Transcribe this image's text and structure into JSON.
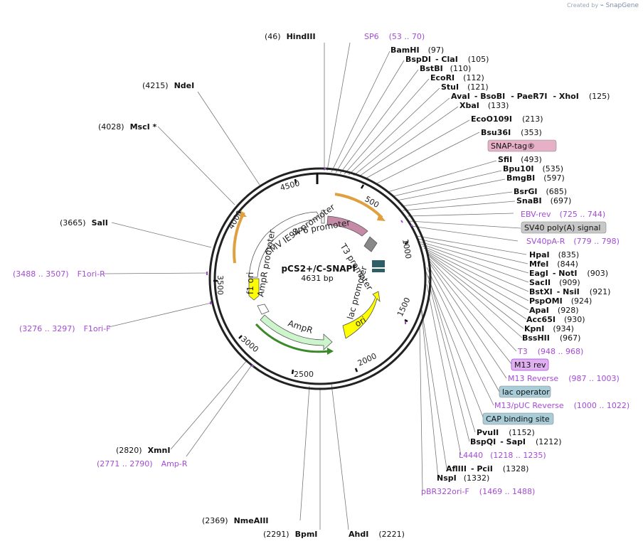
{
  "credit": {
    "prefix": "Created by",
    "brand": "SnapGene"
  },
  "plasmid": {
    "name": "pCS2+/C-SNAPf",
    "size": "4631 bp"
  },
  "ticks": [
    "500",
    "1000",
    "1500",
    "2000",
    "2500",
    "3000",
    "3500",
    "4000",
    "4500"
  ],
  "features": {
    "snap_arrow": "",
    "sp6_promoter": "SP6 promoter",
    "cmv_promoter": "CMV IE94 promoter",
    "t3_promoter": "T3 promoter",
    "lac_promoter": "lac promoter",
    "ampr_promoter": "AmpR promoter",
    "ampr": "AmpR",
    "ori": "ori",
    "f1ori": "f1 ori"
  },
  "sites": {
    "hindiii": {
      "pos": "(46)",
      "name": "HindIII"
    },
    "sp6": {
      "name": "SP6",
      "range": "(53 .. 70)"
    },
    "bamhi": {
      "name": "BamHI",
      "pos": "(97)"
    },
    "bspdi": {
      "name": "BspDI",
      "name2": "- ClaI",
      "pos": "(105)"
    },
    "bstbi": {
      "name": "BstBI",
      "pos": "(110)"
    },
    "ecori": {
      "name": "EcoRI",
      "pos": "(112)"
    },
    "stui": {
      "name": "StuI",
      "pos": "(121)"
    },
    "avai": {
      "name": "AvaI",
      "name2": "- BsoBI",
      "name3": "- PaeR7I",
      "name4": "- XhoI",
      "pos": "(125)"
    },
    "xbai": {
      "name": "XbaI",
      "pos": "(133)"
    },
    "eco0109i": {
      "name": "EcoO109I",
      "pos": "(213)"
    },
    "bsu36i": {
      "name": "Bsu36I",
      "pos": "(353)"
    },
    "snaptag": {
      "name": "SNAP-tag®"
    },
    "sfii": {
      "name": "SfiI",
      "pos": "(493)"
    },
    "bpu10i": {
      "name": "Bpu10I",
      "pos": "(535)"
    },
    "bmgbi": {
      "name": "BmgBI",
      "pos": "(597)"
    },
    "bsrgi": {
      "name": "BsrGI",
      "pos": "(685)"
    },
    "snabi": {
      "name": "SnaBI",
      "pos": "(697)"
    },
    "ebvrev": {
      "name": "EBV-rev",
      "range": "(725 .. 744)"
    },
    "sv40polya": {
      "name": "SV40 poly(A) signal"
    },
    "sv40par": {
      "name": "SV40pA-R",
      "range": "(779 .. 798)"
    },
    "hpai": {
      "name": "HpaI",
      "pos": "(835)"
    },
    "mfei": {
      "name": "MfeI",
      "pos": "(844)"
    },
    "eagi": {
      "name": "EagI",
      "name2": "- NotI",
      "pos": "(903)"
    },
    "sacii": {
      "name": "SacII",
      "pos": "(909)"
    },
    "bstxi": {
      "name": "BstXI",
      "name2": "- NsiI",
      "pos": "(921)"
    },
    "pspomi": {
      "name": "PspOMI",
      "pos": "(924)"
    },
    "apai": {
      "name": "ApaI",
      "pos": "(928)"
    },
    "acc65i": {
      "name": "Acc65I",
      "pos": "(930)"
    },
    "kpni": {
      "name": "KpnI",
      "pos": "(934)"
    },
    "bsshii": {
      "name": "BssHII",
      "pos": "(967)"
    },
    "t3": {
      "name": "T3",
      "range": "(948 .. 968)"
    },
    "m13rev": {
      "name": "M13 rev"
    },
    "m13reverse": {
      "name": "M13 Reverse",
      "range": "(987 .. 1003)"
    },
    "lacop": {
      "name": "lac operator"
    },
    "m13puc": {
      "name": "M13/pUC Reverse",
      "range": "(1000 .. 1022)"
    },
    "cap": {
      "name": "CAP binding site"
    },
    "pvuii": {
      "name": "PvuII",
      "pos": "(1152)"
    },
    "bspqi": {
      "name": "BspQI",
      "name2": "- SapI",
      "pos": "(1212)"
    },
    "l4440": {
      "name": "L4440",
      "range": "(1218 .. 1235)"
    },
    "afliii": {
      "name": "AflIII",
      "name2": "- PciI",
      "pos": "(1328)"
    },
    "nspi": {
      "name": "NspI",
      "pos": "(1332)"
    },
    "pbr322": {
      "name": "pBR322ori-F",
      "range": "(1469 .. 1488)"
    },
    "ahdi": {
      "name": "AhdI",
      "pos": "(2221)"
    },
    "bpmi": {
      "pos": "(2291)",
      "name": "BpmI"
    },
    "nmeaiii": {
      "pos": "(2369)",
      "name": "NmeAIII"
    },
    "ampr_primer": {
      "range": "(2771 .. 2790)",
      "name": "Amp-R"
    },
    "xmni": {
      "pos": "(2820)",
      "name": "XmnI"
    },
    "f1orif": {
      "range": "(3276 .. 3297)",
      "name": "F1ori-F"
    },
    "f1orir": {
      "range": "(3488 .. 3507)",
      "name": "F1ori-R"
    },
    "sali": {
      "pos": "(3665)",
      "name": "SalI"
    },
    "msci": {
      "pos": "(4028)",
      "name": "MscI *"
    },
    "ndei": {
      "pos": "(4215)",
      "name": "NdeI"
    }
  },
  "colors": {
    "backbone": "#222222",
    "primer": "#a34bd6",
    "snap": "#c48aa6",
    "ampr": "#ccf5cc",
    "ori": "#ffff00",
    "promoter": "#ffffff",
    "orf_arc": "#e0a040",
    "grey_box": "#c8c8c8",
    "blue_box": "#a8ccd8",
    "pink_box": "#e6b0c6",
    "violet_box": "#e0b0f0"
  }
}
